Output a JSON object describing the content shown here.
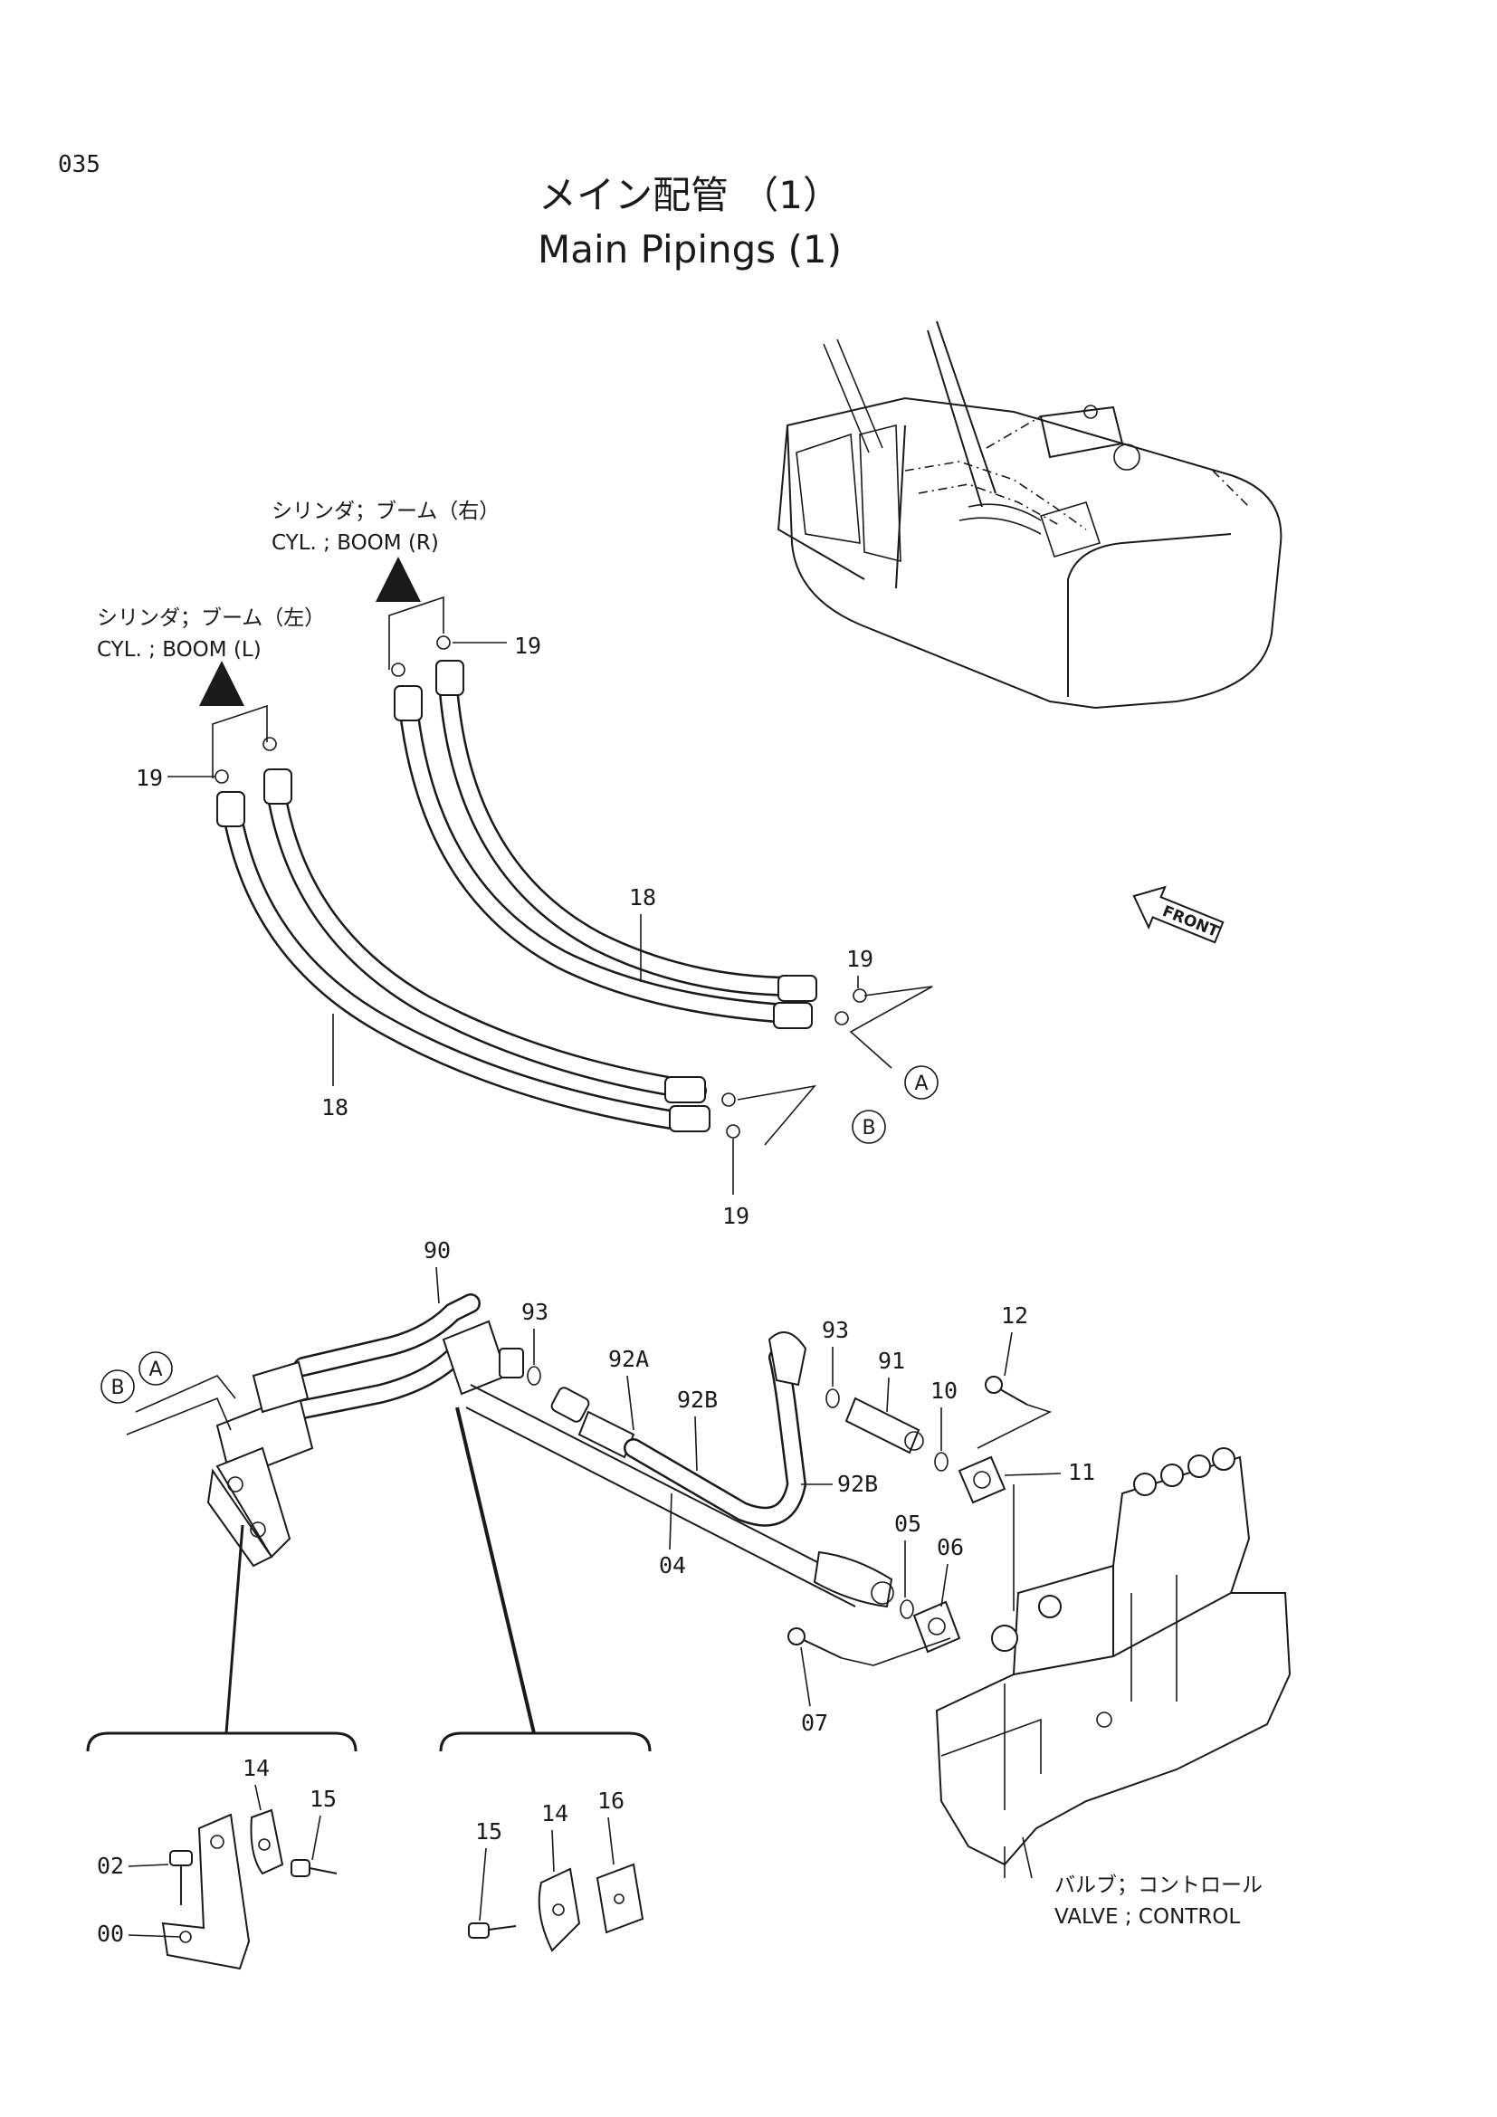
{
  "page_number": "035",
  "title_jp": "メイン配管 （1）",
  "title_en": "Main Pipings (1)",
  "labels": {
    "cyl_boom_r_jp": "シリンダ；ブーム（右）",
    "cyl_boom_r_en": "CYL. ; BOOM (R)",
    "cyl_boom_l_jp": "シリンダ；ブーム（左）",
    "cyl_boom_l_en": "CYL. ; BOOM (L)",
    "valve_jp": "バルブ；コントロール",
    "valve_en": "VALVE ; CONTROL",
    "front": "FRONT"
  },
  "connectors": {
    "a": "A",
    "b": "B"
  },
  "callouts": {
    "c19_top_right": "19",
    "c19_left": "19",
    "c19_mid": "19",
    "c19_bottom": "19",
    "c18_upper": "18",
    "c18_lower": "18",
    "c90": "90",
    "c93_a": "93",
    "c93_b": "93",
    "c92a": "92A",
    "c92b_a": "92B",
    "c92b_b": "92B",
    "c91": "91",
    "c12": "12",
    "c10": "10",
    "c11": "11",
    "c05": "05",
    "c06": "06",
    "c04": "04",
    "c07": "07",
    "c14_left": "14",
    "c15_left": "15",
    "c02": "02",
    "c00": "00",
    "c15_right": "15",
    "c14_right": "14",
    "c16": "16"
  }
}
